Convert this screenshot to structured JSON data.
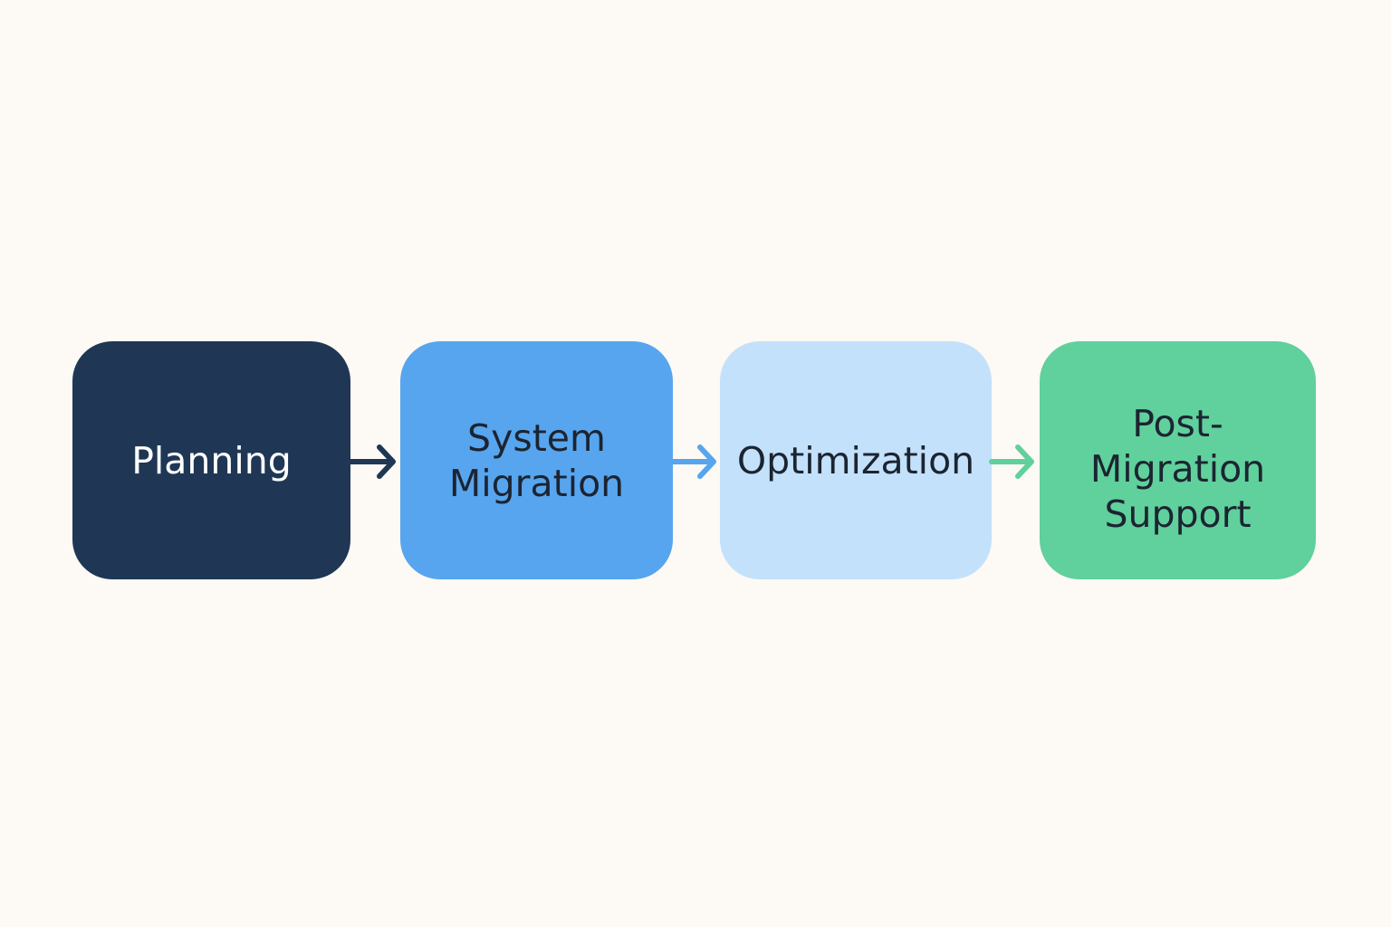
{
  "background": "#fdf9f4",
  "steps": [
    {
      "label": "Planning",
      "bg": "#1f3755",
      "fg": "#ffffff"
    },
    {
      "label": "System\nMigration",
      "bg": "#57a5ee",
      "fg": "#1c2431"
    },
    {
      "label": "Optimization",
      "bg": "#c3e1fb",
      "fg": "#1c2431"
    },
    {
      "label": "Post-\nMigration\nSupport",
      "bg": "#60d09c",
      "fg": "#1c2431"
    }
  ],
  "arrows": [
    {
      "color": "#1f3755",
      "from_step": 1,
      "to_step": 2
    },
    {
      "color": "#57a5ee",
      "from_step": 2,
      "to_step": 3
    },
    {
      "color": "#60d09c",
      "from_step": 3,
      "to_step": 4
    }
  ]
}
